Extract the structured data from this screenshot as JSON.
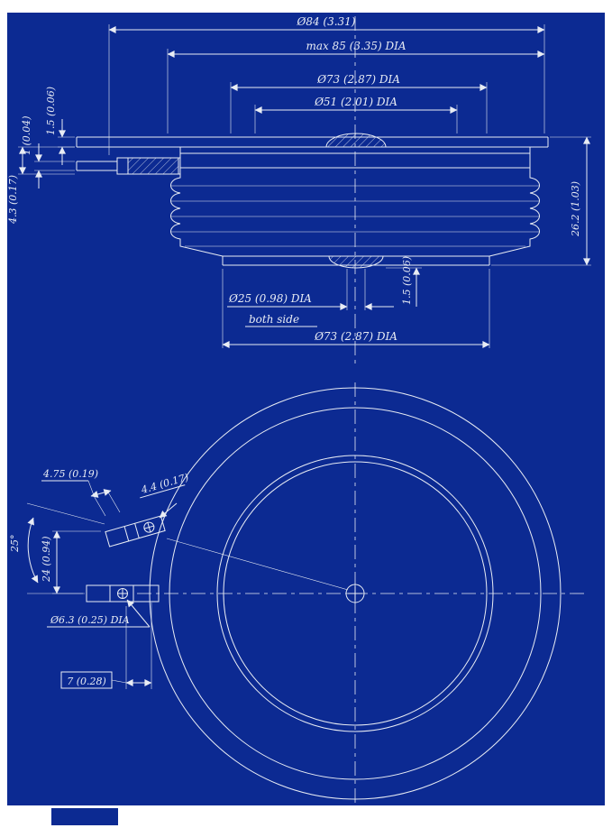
{
  "theme": {
    "bg": "#0c2a92",
    "line": "#e8ecf4"
  },
  "drawing": {
    "kind": "mechanical outline drawing of press-pack capsule semiconductor device",
    "views": [
      "side section view with gate lead",
      "bottom plan view with gate terminal"
    ]
  },
  "section_view": {
    "dim_overall_width": "Ø84 (3.31)",
    "dim_max_dia": "max 85 (3.35) DIA",
    "dim_pole_face_dia": "Ø73 (2.87) DIA",
    "dim_inner_dia": "Ø51 (2.01) DIA",
    "dim_flange_thickness": "1.5 (0.06)",
    "dim_lead_thickness": "1 (0.04)",
    "dim_lead_offset": "4.3 (0.17)",
    "dim_overall_height": "26.2 (1.03)",
    "dim_boss_dia": "Ø25 (0.98) DIA",
    "note_boss": "both side",
    "dim_boss_height": "1.5 (0.06)",
    "dim_bottom_pole_dia": "Ø73 (2.87) DIA"
  },
  "plan_view": {
    "dim_lead_width": "4.75 (0.19)",
    "dim_lead_depth": "4.4 (0.17)",
    "dim_lead_angle": "25°",
    "dim_lead_vertical_offset": "24 (0.94)",
    "dim_terminal_hole_dia": "Ø6.3 (0.25) DIA",
    "dim_terminal_ref": "7 (0.28)"
  }
}
